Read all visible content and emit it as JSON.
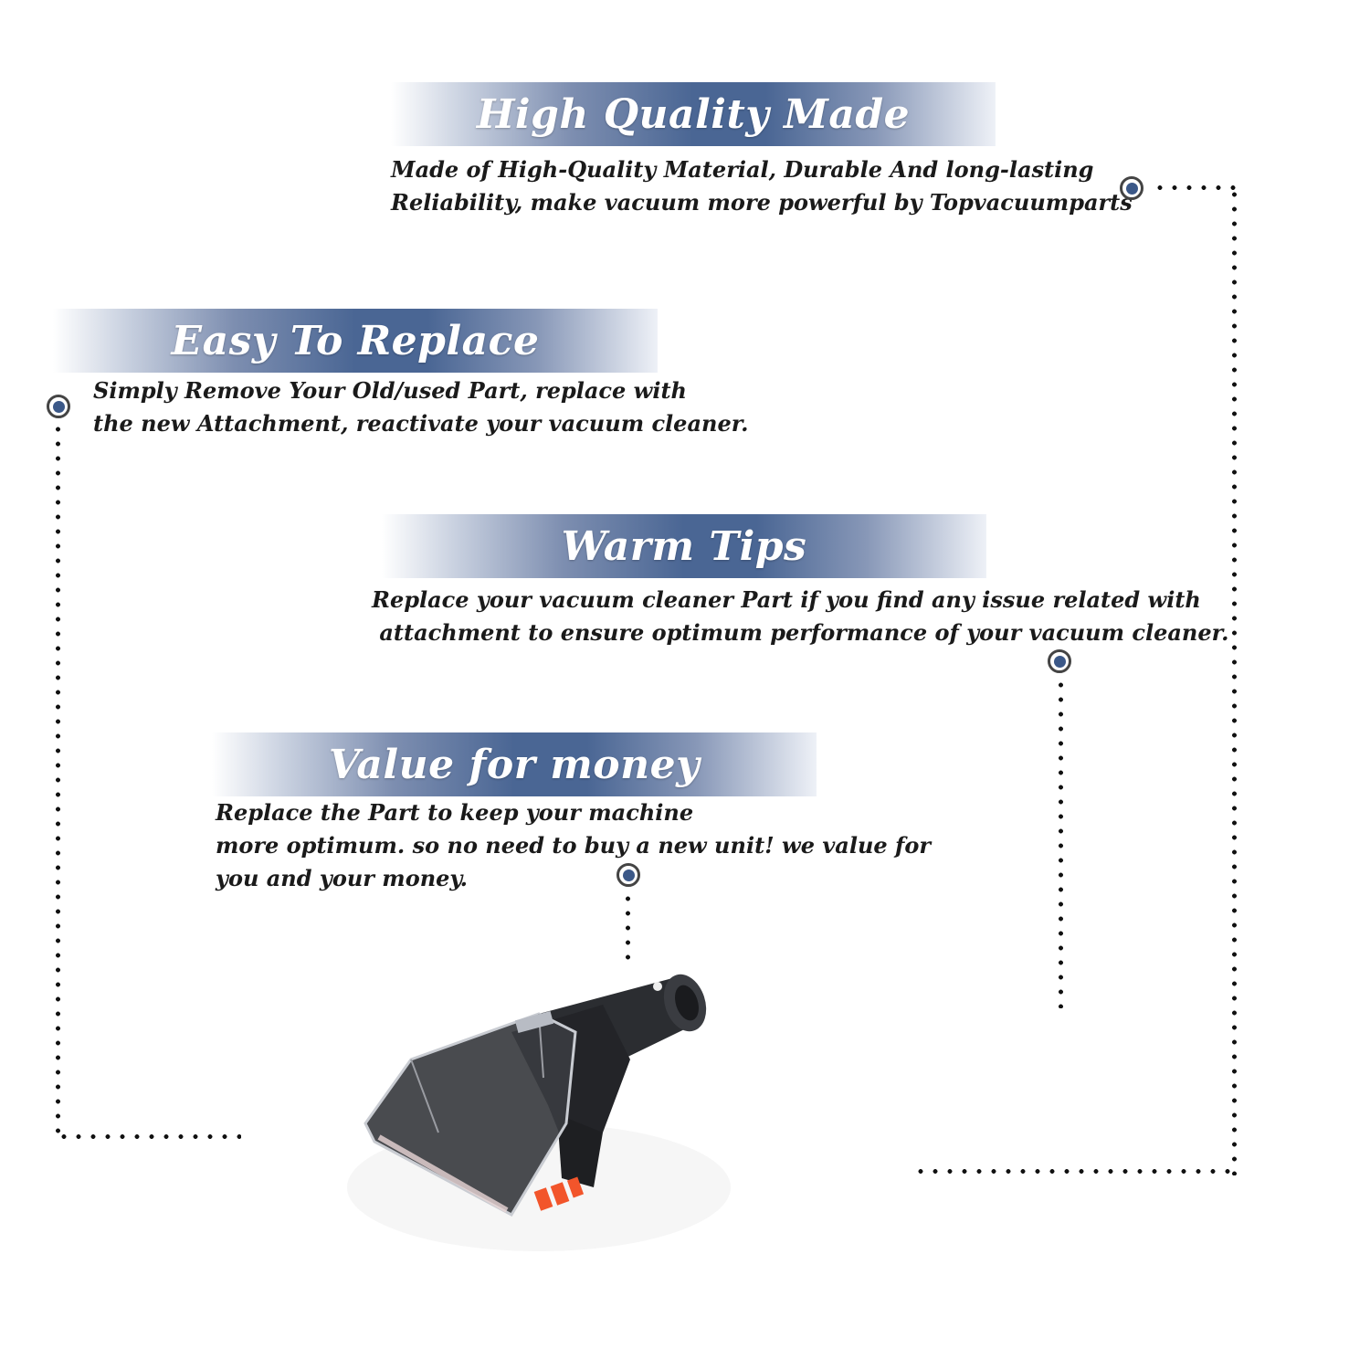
{
  "sections": [
    {
      "title": "High Quality Made",
      "lines": [
        "Made of  High-Quality Material, Durable And long-lasting",
        "Reliability, make vacuum more powerful by Topvacuumparts"
      ]
    },
    {
      "title": "Easy To Replace",
      "lines": [
        "Simply Remove Your Old/used Part, replace with",
        "the new Attachment, reactivate your vacuum cleaner."
      ]
    },
    {
      "title": "Warm Tips",
      "lines": [
        "Replace your vacuum cleaner Part if you find any issue related with",
        " attachment to ensure optimum performance of your vacuum cleaner."
      ]
    },
    {
      "title": "Value for money",
      "lines": [
        "Replace the Part to keep your machine",
        "more optimum. so no need to buy a new unit! we value for",
        "you and your money."
      ]
    }
  ],
  "colors": {
    "banner_accent": "#4a6694",
    "marker_fill": "#3b5888",
    "text": "#1a1a1a"
  },
  "icons": {
    "marker": "callout-dot-icon",
    "product": "vacuum-attachment-tool"
  }
}
